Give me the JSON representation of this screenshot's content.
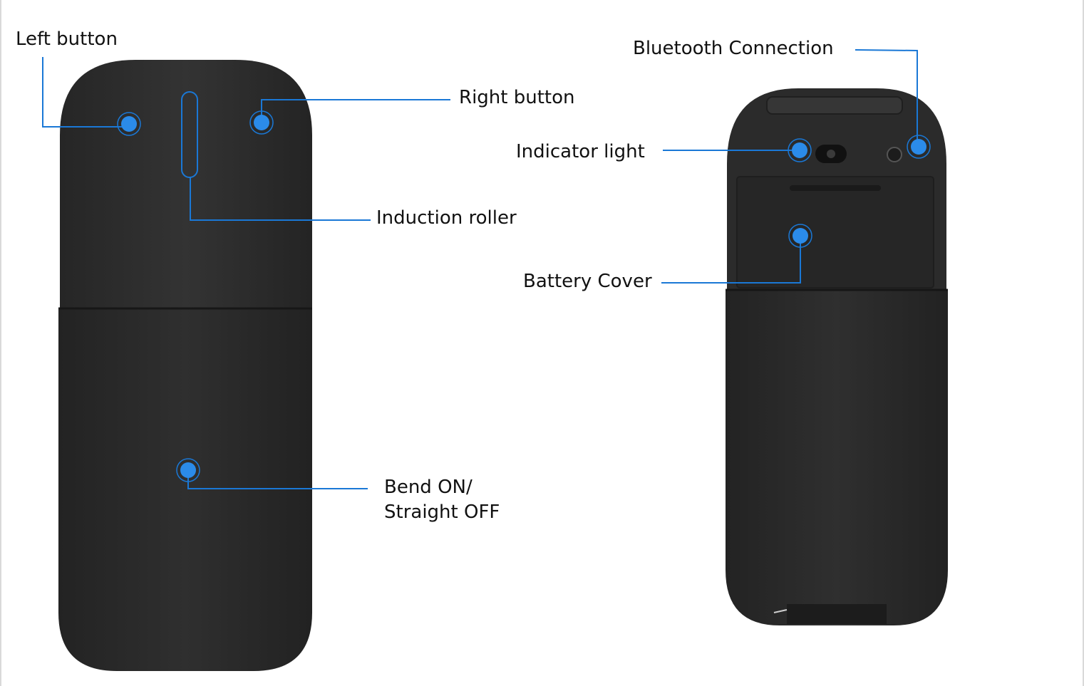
{
  "labels": {
    "left_button": "Left button",
    "right_button": "Right button",
    "induction_roller": "Induction roller",
    "bend_line1": "Bend ON/",
    "bend_line2": "Straight OFF",
    "bluetooth": "Bluetooth Connection",
    "indicator": "Indicator light",
    "battery": "Battery Cover"
  },
  "colors": {
    "callout": "#1a78d6",
    "dot": "#2b8be9",
    "mouse_body": "#2d2d2d"
  },
  "icons": {
    "callout_marker": "circle-dot-icon"
  }
}
